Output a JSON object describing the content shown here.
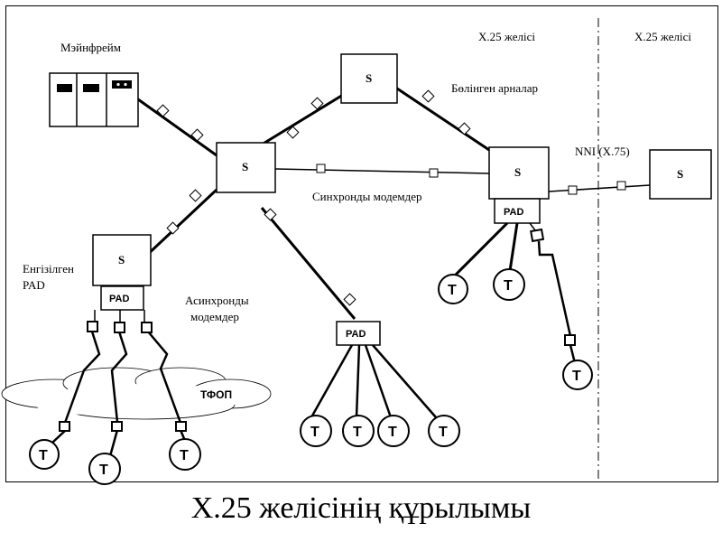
{
  "labels": {
    "mainframe": "Мэйнфрейм",
    "x25_left": "X.25 желісі",
    "x25_right": "X.25 желісі",
    "dedicated": "Бөлінген арналар",
    "nni": "NNI (X.75)",
    "sync": "Синхронды модемдер",
    "async_l1": "Асинхронды",
    "async_l2": "модемдер",
    "builtin_l1": "Енгізілген",
    "builtin_l2": "PAD",
    "pstn": "ТФОП"
  },
  "node_label": "S",
  "pad_label": "PAD",
  "terminal_label": "T",
  "caption": "X.25 желісінің құрылымы"
}
